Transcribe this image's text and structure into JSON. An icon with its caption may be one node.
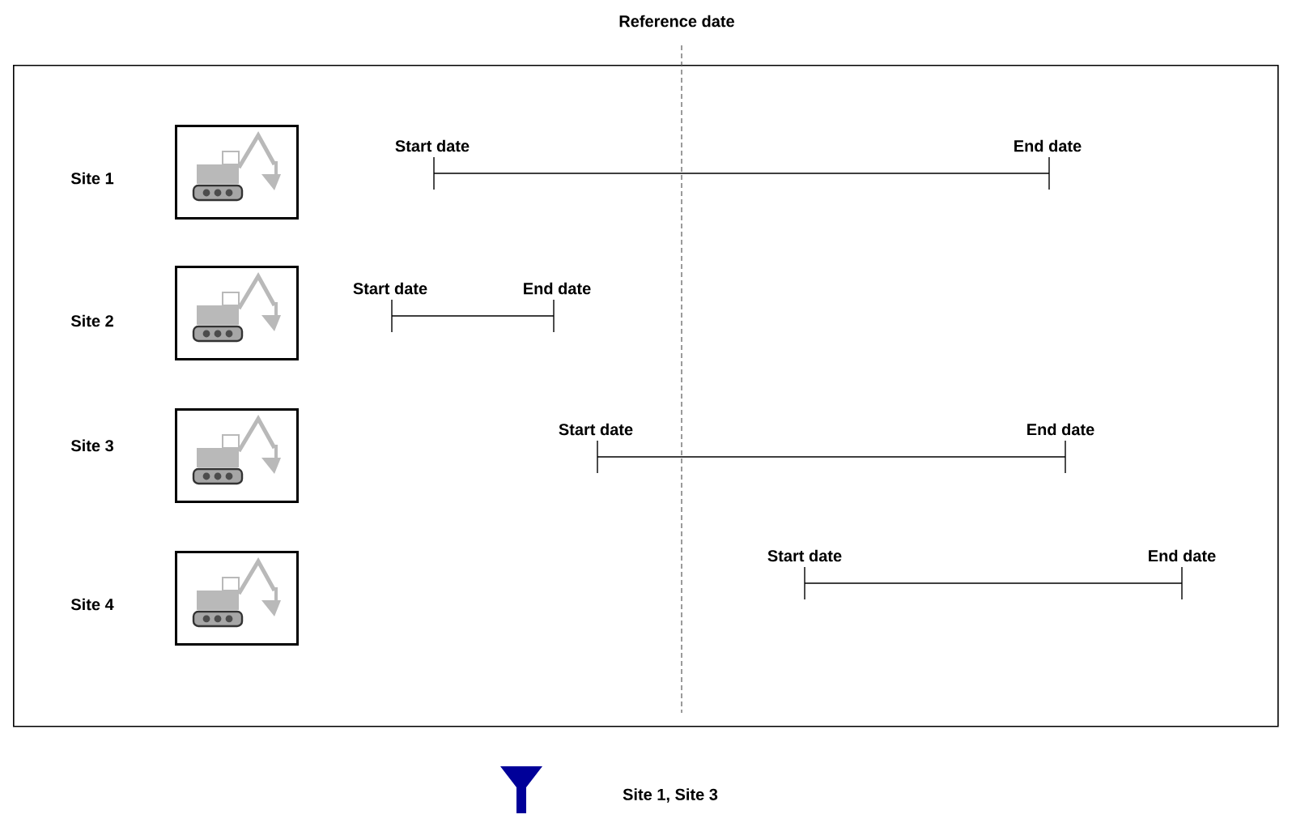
{
  "diagram": {
    "nodes": [
      {
        "text": [],
        "shape": "box"
      },
      {
        "text": [],
        "shape": "picture",
        "in": 0
      },
      {
        "text": [],
        "shape": "picture",
        "in": 0
      },
      {
        "text": [],
        "shape": "picture",
        "in": 0
      },
      {
        "text": [],
        "shape": "picture",
        "in": 0
      }
    ],
    "labels": [
      "Reference date",
      "Site 1",
      "Start date",
      "End date",
      "Site 2",
      "Start date",
      "End date",
      "Site 3",
      "Start date",
      "End date",
      "Site 4",
      "Start date",
      "End date",
      "Site 1, Site 3"
    ]
  }
}
